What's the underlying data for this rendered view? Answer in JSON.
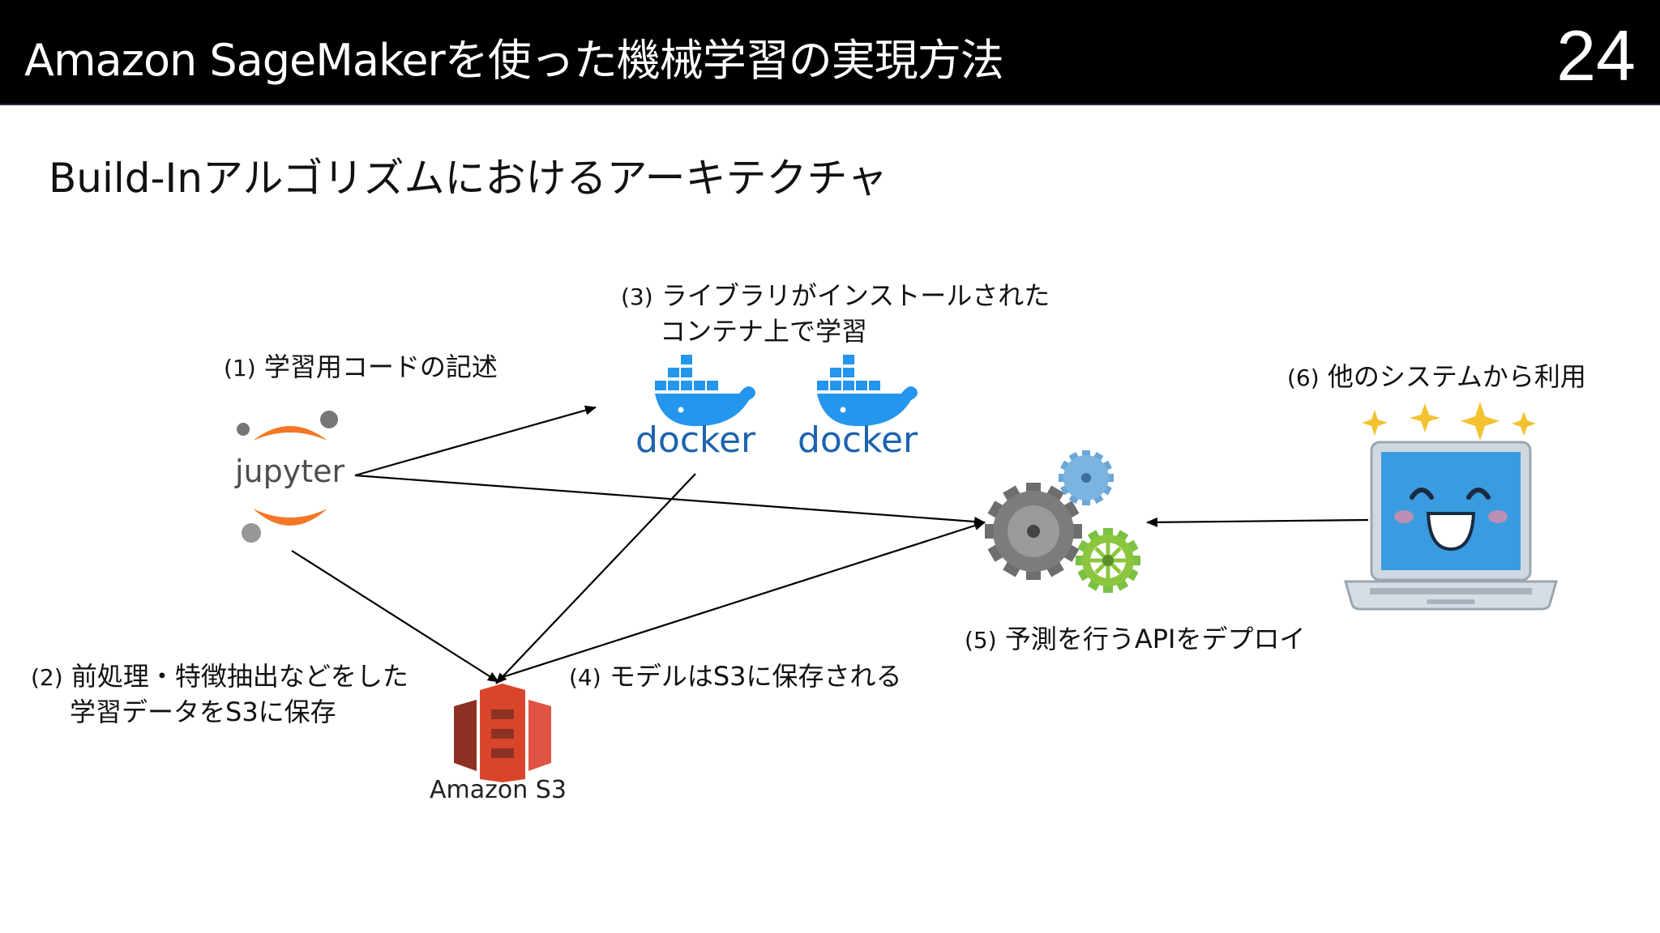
{
  "header": {
    "title": "Amazon SageMakerを使った機械学習の実現方法",
    "page_number": "24"
  },
  "subtitle": "Build-Inアルゴリズムにおけるアーキテクチャ",
  "steps": [
    {
      "num": "(1)",
      "text": "学習用コードの記述"
    },
    {
      "num": "(2)",
      "text": "前処理・特徴抽出などをした",
      "text2": "学習データをS3に保存"
    },
    {
      "num": "(3)",
      "text": "ライブラリがインストールされた",
      "text2": "コンテナ上で学習"
    },
    {
      "num": "(4)",
      "text": "モデルはS3に保存される"
    },
    {
      "num": "(5)",
      "text": "予測を行うAPIをデプロイ"
    },
    {
      "num": "(6)",
      "text": "他のシステムから利用"
    }
  ],
  "logos": {
    "jupyter": "jupyter",
    "docker": "docker",
    "s3": "Amazon S3"
  },
  "colors": {
    "header_bg": "#000000",
    "jupyter_orange": "#F37726",
    "docker_blue": "#2496ED",
    "s3_red": "#D9452B",
    "laptop_blue": "#3A9BE0"
  }
}
